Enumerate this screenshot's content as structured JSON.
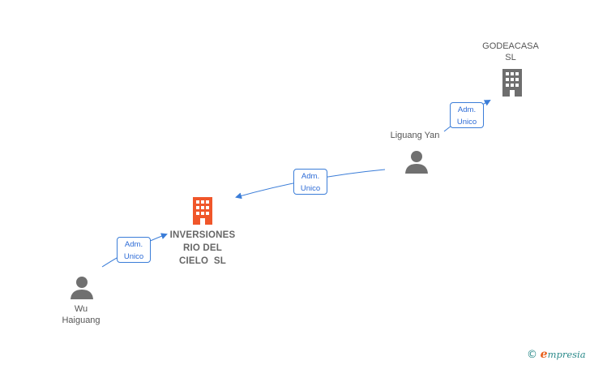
{
  "nodes": {
    "godeacasa": {
      "name_line1": "GODEACASA",
      "name_line2": "SL",
      "kind": "company",
      "icon": "building-icon",
      "color": "#6e6e6e"
    },
    "liguang_yan": {
      "name": "Liguang Yan",
      "kind": "person",
      "icon": "person-icon",
      "color": "#707070"
    },
    "inversiones": {
      "name_line1": "INVERSIONES",
      "name_line2": "RIO DEL",
      "name_line3": "CIELO  SL",
      "kind": "company",
      "icon": "building-icon",
      "color": "#f0562a"
    },
    "wu_haiguang": {
      "name_line1": "Wu",
      "name_line2": "Haiguang",
      "kind": "person",
      "icon": "person-icon",
      "color": "#707070"
    }
  },
  "edges": [
    {
      "from": "liguang_yan",
      "to": "godeacasa",
      "label_line1": "Adm.",
      "label_line2": "Unico"
    },
    {
      "from": "liguang_yan",
      "to": "inversiones",
      "label_line1": "Adm.",
      "label_line2": "Unico"
    },
    {
      "from": "wu_haiguang",
      "to": "inversiones",
      "label_line1": "Adm.",
      "label_line2": "Unico"
    }
  ],
  "colors": {
    "edge": "#3b7dd8",
    "edge_label_text": "#2c6bd6"
  },
  "footer": {
    "copyright_symbol": "©",
    "brand_initial": "e",
    "brand_rest": "mpresia"
  }
}
